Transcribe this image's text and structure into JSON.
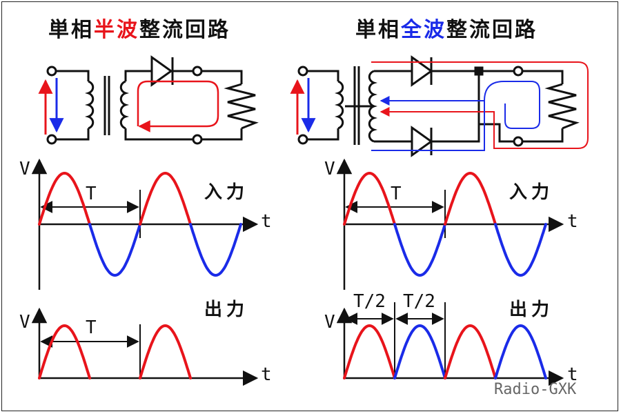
{
  "left": {
    "title_prefix": "単相",
    "title_accent": "半波",
    "title_suffix": "整流回路",
    "input_label": "入力",
    "output_label": "出力",
    "period_label": "T"
  },
  "right": {
    "title_prefix": "単相",
    "title_accent": "全波",
    "title_suffix": "整流回路",
    "input_label": "入力",
    "output_label": "出力",
    "period_label": "T",
    "half_period_label_1": "T/2",
    "half_period_label_2": "T/2"
  },
  "axes": {
    "y_label": "V",
    "x_label": "t"
  },
  "credit": "Radio-GXK",
  "colors": {
    "positive": "#e8141b",
    "negative": "#1a2be8",
    "ink": "#111111",
    "credit": "#666666"
  }
}
